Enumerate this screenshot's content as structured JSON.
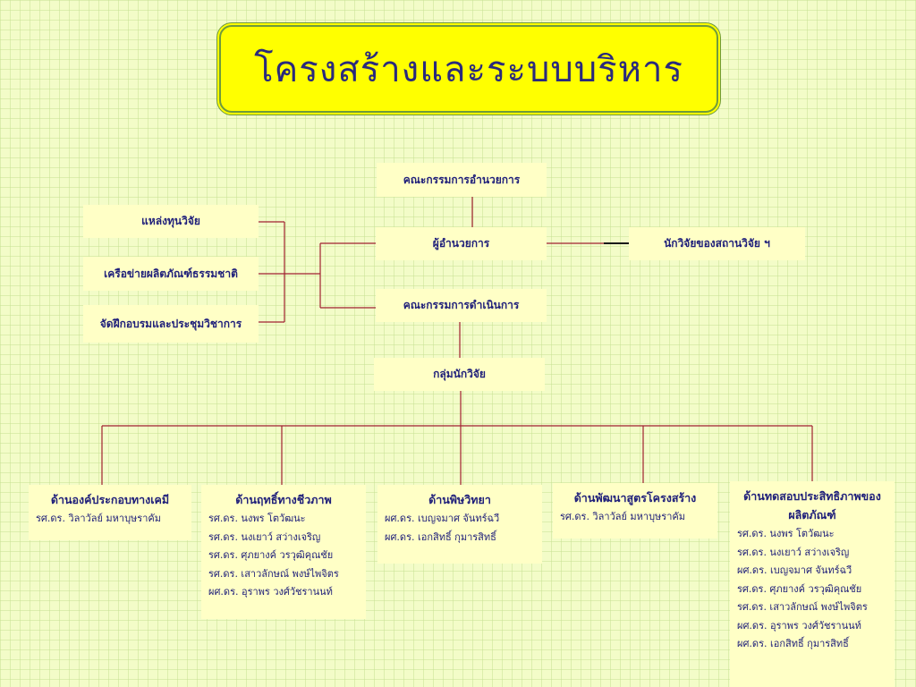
{
  "title": "โครงสร้างและระบบบริหาร",
  "colors": {
    "background": "#f3fcc8",
    "title_fill": "#ffff00",
    "node_fill": "#ffffc6",
    "text": "#1f1f7a",
    "connector": "#a02030"
  },
  "top_nodes": {
    "board": "คณะกรรมการอำนวยการ",
    "director": "ผู้อำนวยการ",
    "exec_committee": "คณะกรรมการดำเนินการ",
    "research_group": "กลุ่มนักวิจัย",
    "institute_researchers": "นักวิจัยของสถานวิจัย ฯ"
  },
  "left_nodes": [
    "แหล่งทุนวิจัย",
    "เครือข่ายผลิตภัณฑ์ธรรมชาติ",
    "จัดฝึกอบรมและประชุมวิชาการ"
  ],
  "departments": [
    {
      "title": "ด้านองค์ประกอบทางเคมี",
      "members": [
        "รศ.ดร. วิลาวัลย์ มหาบุษราคัม"
      ]
    },
    {
      "title": "ด้านฤทธิ์ทางชีวภาพ",
      "members": [
        "รศ.ดร. นงพร  โตวัฒนะ",
        "รศ.ดร. นงเยาว์  สว่างเจริญ",
        "รศ.ดร. ศุภยางค์ วรวุฒิคุณชัย",
        "รศ.ดร. เสาวลักษณ์ พงษ์ไพจิตร",
        "ผศ.ดร. อุราพร วงศ์วัชรานนท์"
      ]
    },
    {
      "title": "ด้านพิษวิทยา",
      "members": [
        "ผศ.ดร. เบญจมาศ จันทร์ฉวี",
        "ผศ.ดร. เอกสิทธิ์ กุมารสิทธิ์"
      ]
    },
    {
      "title": "ด้านพัฒนาสูตรโครงสร้าง",
      "members": [
        "รศ.ดร. วิลาวัลย์ มหาบุษราคัม"
      ]
    },
    {
      "title": "ด้านทดสอบประสิทธิภาพของผลิตภัณฑ์",
      "members": [
        "รศ.ดร. นงพร  โตวัฒนะ",
        "รศ.ดร. นงเยาว์  สว่างเจริญ",
        "ผศ.ดร. เบญจมาศ จันทร์ฉวี",
        "รศ.ดร. ศุภยางค์ วรวุฒิคุณชัย",
        "รศ.ดร. เสาวลักษณ์ พงษ์ไพจิตร",
        "ผศ.ดร. อุราพร วงศ์วัชรานนท์",
        "ผศ.ดร. เอกสิทธิ์ กุมารสิทธิ์"
      ]
    }
  ]
}
